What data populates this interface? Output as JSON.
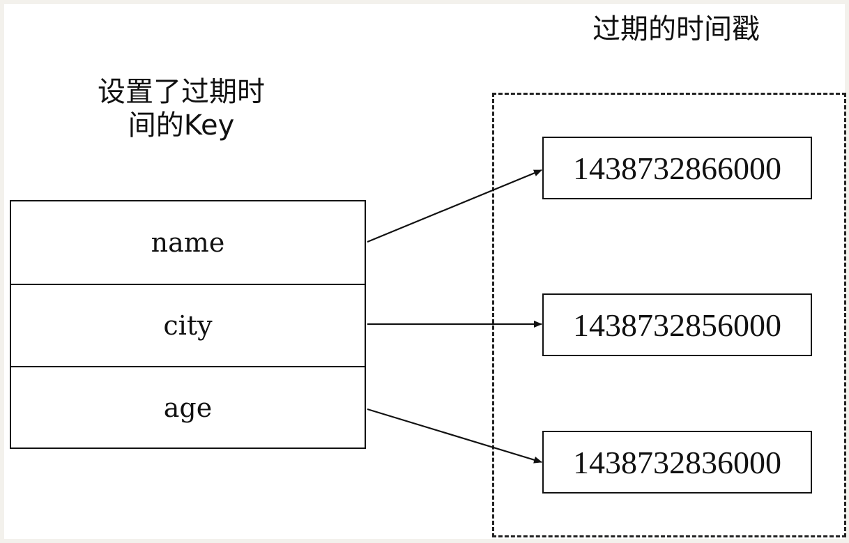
{
  "titles": {
    "keys_title_line1": "设置了过期时",
    "keys_title_line2": "间的Key",
    "timestamps_title": "过期的时间戳"
  },
  "keys": [
    "name",
    "city",
    "age"
  ],
  "timestamps": [
    "1438732866000",
    "1438732856000",
    "1438732836000"
  ],
  "colors": {
    "background": "#f3f1ec",
    "line": "#111111"
  }
}
